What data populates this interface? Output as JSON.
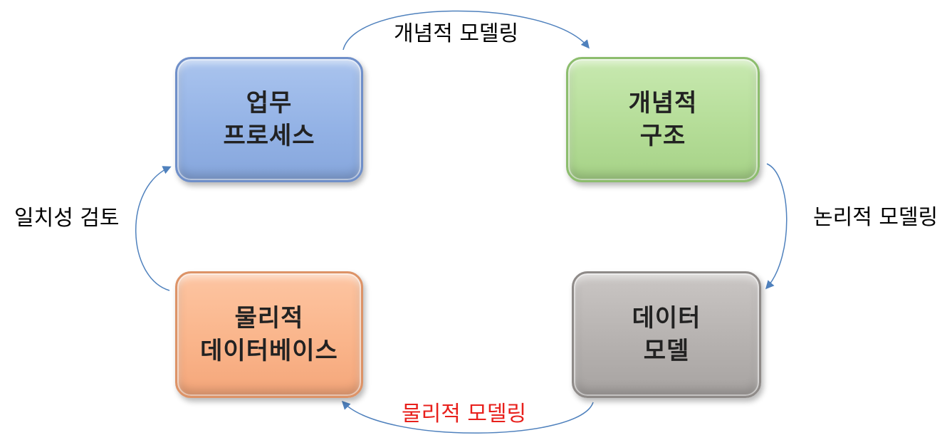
{
  "nodes": {
    "business_process": {
      "lines": [
        "업무",
        "프로세스"
      ]
    },
    "conceptual_structure": {
      "lines": [
        "개념적",
        "구조"
      ]
    },
    "data_model": {
      "lines": [
        "데이터",
        "모델"
      ]
    },
    "physical_database": {
      "lines": [
        "물리적",
        "데이터베이스"
      ]
    }
  },
  "edges": {
    "conceptual_modeling": {
      "label": "개념적 모델링",
      "color": "#000000"
    },
    "logical_modeling": {
      "label": "논리적 모델링",
      "color": "#000000"
    },
    "physical_modeling": {
      "label": "물리적 모델링",
      "color": "#e8201c"
    },
    "consistency_review": {
      "label": "일치성 검토",
      "color": "#000000"
    }
  },
  "colors": {
    "arrow": "#4f81bd",
    "business_process_fill": "#94b3e6",
    "conceptual_structure_fill": "#b5dd98",
    "data_model_fill": "#b6b2b0",
    "physical_database_fill": "#fab58b"
  }
}
